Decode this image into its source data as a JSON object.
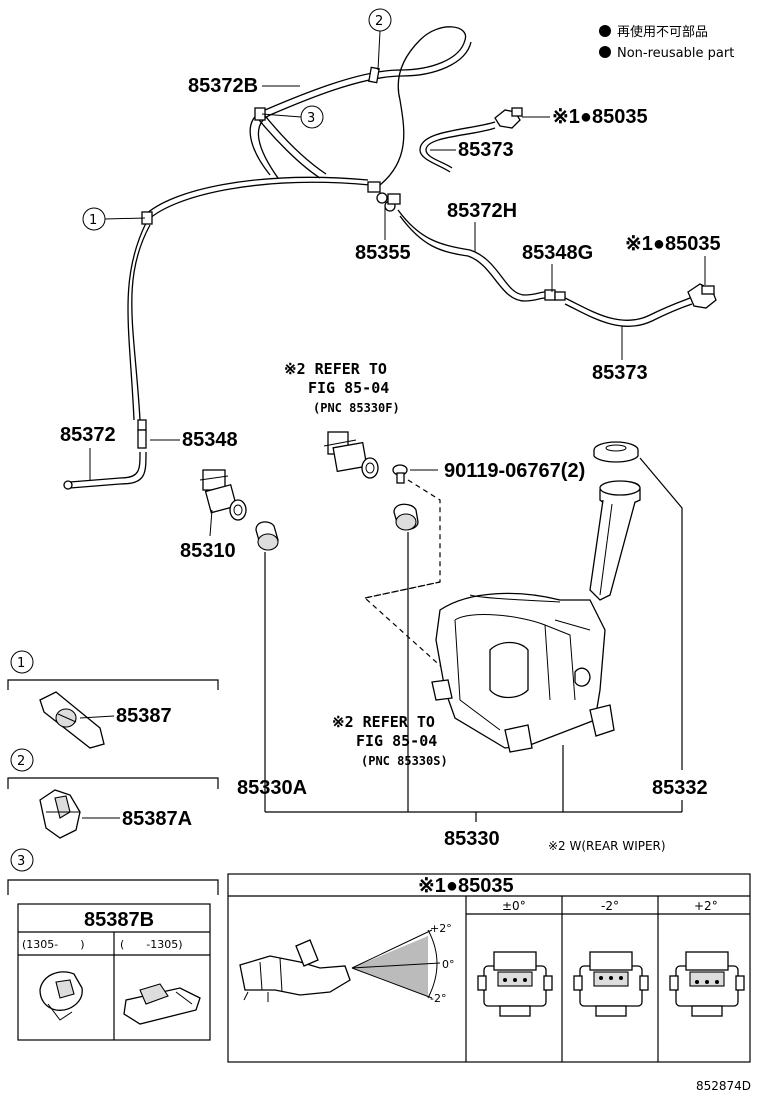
{
  "legend": {
    "line1": "再使用不可部品",
    "line2": "Non-reusable part"
  },
  "callouts": {
    "one": "1",
    "two": "2",
    "three": "3"
  },
  "parts": {
    "p85372B": "85372B",
    "p85035_top": "※1●85035",
    "p85373_top": "85373",
    "p85372H": "85372H",
    "p85355": "85355",
    "p85348G": "85348G",
    "p85035_mid": "※1●85035",
    "p85373_mid": "85373",
    "p85372": "85372",
    "p85348": "85348",
    "p85310": "85310",
    "p90119": "90119-06767(2)",
    "p85387": "85387",
    "p85387A": "85387A",
    "p85330A": "85330A",
    "p85330": "85330",
    "p85332": "85332"
  },
  "refer1": {
    "line1": "※2 REFER TO",
    "line2": "FIG 85-04",
    "line3": "(PNC 85330F)"
  },
  "refer2": {
    "line1": "※2 REFER TO",
    "line2": "FIG 85-04",
    "line3": "(PNC 85330S)"
  },
  "note": "※2 W(REAR WIPER)",
  "box3": {
    "title": "85387B",
    "col1": "(1305-　　)",
    "col2": "(　　-1305)"
  },
  "nozzle_table": {
    "title": "※1●85035",
    "angle_top": "+2°",
    "angle_mid": "0°",
    "angle_bot": "-2°",
    "col1": "±0°",
    "col2": "-2°",
    "col3": "+2°"
  },
  "figure_id": "852874D"
}
